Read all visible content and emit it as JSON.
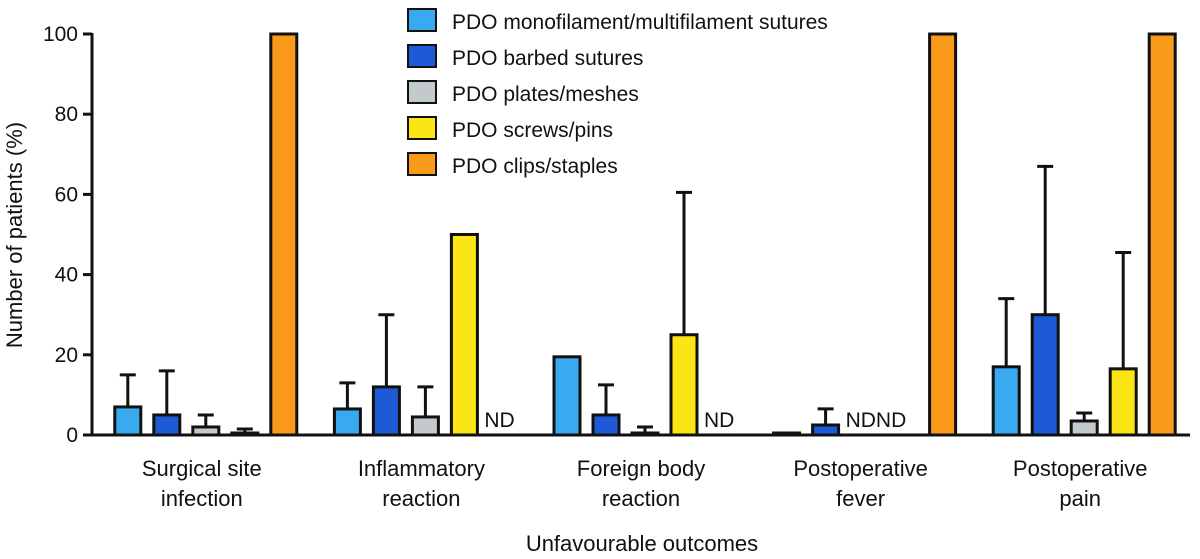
{
  "chart_data": {
    "type": "bar",
    "title": "",
    "xlabel": "Unfavourable outcomes",
    "ylabel": "Number of patients (%)",
    "ylim": [
      0,
      100
    ],
    "yticks": [
      0,
      20,
      40,
      60,
      80,
      100
    ],
    "legend_position": "top-center",
    "categories": [
      [
        "Surgical site",
        "infection"
      ],
      [
        "Inflammatory",
        "reaction"
      ],
      [
        "Foreign body",
        "reaction"
      ],
      [
        "Postoperative",
        "fever"
      ],
      [
        "Postoperative",
        "pain"
      ]
    ],
    "nd_label": "ND",
    "series": [
      {
        "name": "PDO monofilament/multifilament sutures",
        "color": "#3aaaf0",
        "values": [
          7,
          6.5,
          19.5,
          0,
          17
        ],
        "errors": [
          15,
          13,
          null,
          null,
          34
        ]
      },
      {
        "name": "PDO barbed sutures",
        "color": "#1f5ad6",
        "values": [
          5,
          12,
          5,
          2.5,
          30
        ],
        "errors": [
          16,
          30,
          12.5,
          6.5,
          67
        ]
      },
      {
        "name": "PDO plates/meshes",
        "color": "#c3cacd",
        "values": [
          2,
          4.5,
          0.5,
          null,
          3.5
        ],
        "errors": [
          5,
          12,
          2,
          null,
          5.5
        ]
      },
      {
        "name": "PDO screws/pins",
        "color": "#fce514",
        "values": [
          0.5,
          50,
          25,
          null,
          16.5
        ],
        "errors": [
          1.5,
          null,
          60.5,
          null,
          45.5
        ]
      },
      {
        "name": "PDO clips/staples",
        "color": "#fa9a1a",
        "values": [
          100,
          null,
          null,
          100,
          100
        ],
        "errors": [
          null,
          null,
          null,
          null,
          null
        ]
      }
    ]
  }
}
